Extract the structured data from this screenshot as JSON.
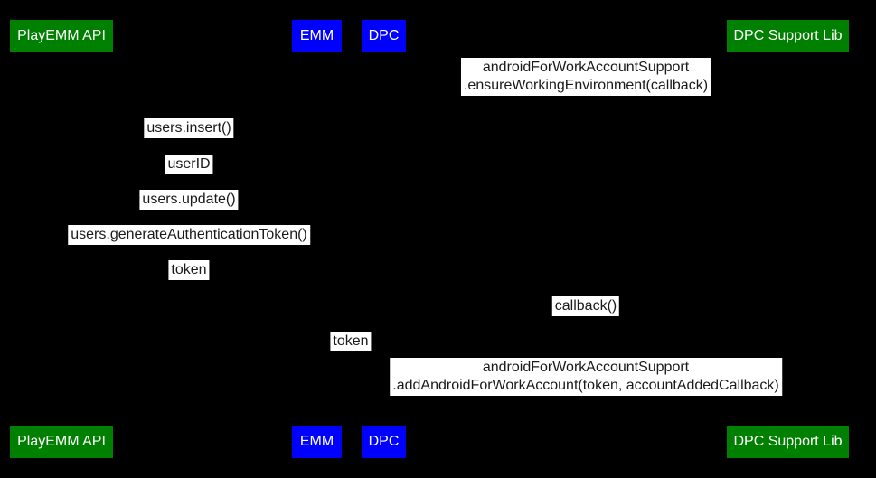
{
  "diagram": {
    "type": "sequence-diagram",
    "background_color": "#000000",
    "actor_green_color": "#008000",
    "actor_blue_color": "#0000ff",
    "actor_text_color": "#ffffff",
    "label_background_color": "#ffffff",
    "label_text_color": "#1a1a1a"
  },
  "actors": [
    {
      "id": "playemm-api",
      "label": "PlayEMM API",
      "color": "green"
    },
    {
      "id": "emm",
      "label": "EMM",
      "color": "blue"
    },
    {
      "id": "dpc",
      "label": "DPC",
      "color": "blue"
    },
    {
      "id": "dpc-support-lib",
      "label": "DPC Support Lib",
      "color": "green"
    }
  ],
  "messages": [
    {
      "from": "dpc",
      "to": "dpc-support-lib",
      "lines": [
        "androidForWorkAccountSupport",
        ".ensureWorkingEnvironment(callback)"
      ]
    },
    {
      "from": "emm",
      "to": "playemm-api",
      "lines": [
        "users.insert()"
      ]
    },
    {
      "from": "playemm-api",
      "to": "emm",
      "lines": [
        "userID"
      ]
    },
    {
      "from": "emm",
      "to": "playemm-api",
      "lines": [
        "users.update()"
      ]
    },
    {
      "from": "emm",
      "to": "playemm-api",
      "lines": [
        "users.generateAuthenticationToken()"
      ]
    },
    {
      "from": "playemm-api",
      "to": "emm",
      "lines": [
        "token"
      ]
    },
    {
      "from": "dpc-support-lib",
      "to": "dpc",
      "lines": [
        "callback()"
      ]
    },
    {
      "from": "emm",
      "to": "dpc",
      "lines": [
        "token"
      ]
    },
    {
      "from": "dpc",
      "to": "dpc-support-lib",
      "lines": [
        "androidForWorkAccountSupport",
        ".addAndroidForWorkAccount(token, accountAddedCallback)"
      ]
    }
  ]
}
